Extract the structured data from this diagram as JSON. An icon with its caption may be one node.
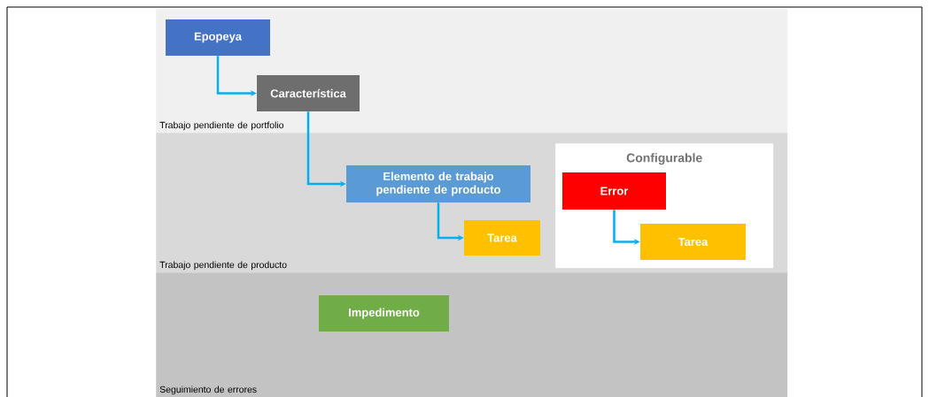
{
  "diagram": {
    "nodes": [
      {
        "text": [
          "Trabajo pendiente de portfolio"
        ]
      },
      {
        "text": [
          "Epopeya"
        ],
        "in": 0
      },
      {
        "text": [
          "Característica"
        ],
        "in": 0
      },
      {
        "text": [
          "Trabajo pendiente de producto"
        ]
      },
      {
        "text": [
          "Elemento de trabajo pendiente de producto"
        ],
        "in": 3
      },
      {
        "text": [
          "Tarea"
        ],
        "in": 3
      },
      {
        "text": [
          "Configurable"
        ],
        "in": 3
      },
      {
        "text": [
          "Error"
        ],
        "in": 6
      },
      {
        "text": [
          "Tarea"
        ],
        "in": 6
      },
      {
        "text": [
          "Seguimiento de errores"
        ]
      },
      {
        "text": [
          "Impedimento"
        ],
        "in": 9
      }
    ],
    "edges": [
      {
        "from": 1,
        "to": 2,
        "arrow": "to"
      },
      {
        "from": 2,
        "to": 4,
        "arrow": "to"
      },
      {
        "from": 4,
        "to": 5,
        "arrow": "to"
      },
      {
        "from": 7,
        "to": 8,
        "arrow": "to"
      }
    ]
  }
}
